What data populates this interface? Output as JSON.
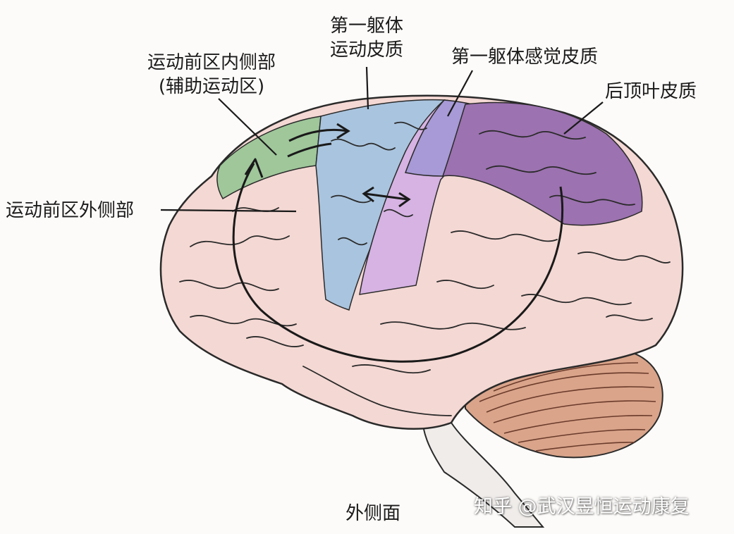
{
  "labels": {
    "premotor_medial_line1": "运动前区内侧部",
    "premotor_medial_line2": "(辅助运动区)",
    "primary_motor_line1": "第一躯体",
    "primary_motor_line2": "运动皮质",
    "primary_somatosensory": "第一躯体感觉皮质",
    "posterior_parietal": "后顶叶皮质",
    "premotor_lateral": "运动前区外侧部",
    "view_caption": "外侧面"
  },
  "watermark": "知乎 @武汉昱恒运动康复",
  "colors": {
    "premotor_medial": "#9fc79a",
    "primary_motor": "#a9c4de",
    "primary_somatosensory_upper": "#a79ad6",
    "primary_somatosensory_lower": "#d6b3e3",
    "posterior_parietal": "#9c72b0",
    "cortex": "#f4d8d3",
    "cerebellum": "#d9a48a",
    "brainstem": "#efecea"
  }
}
